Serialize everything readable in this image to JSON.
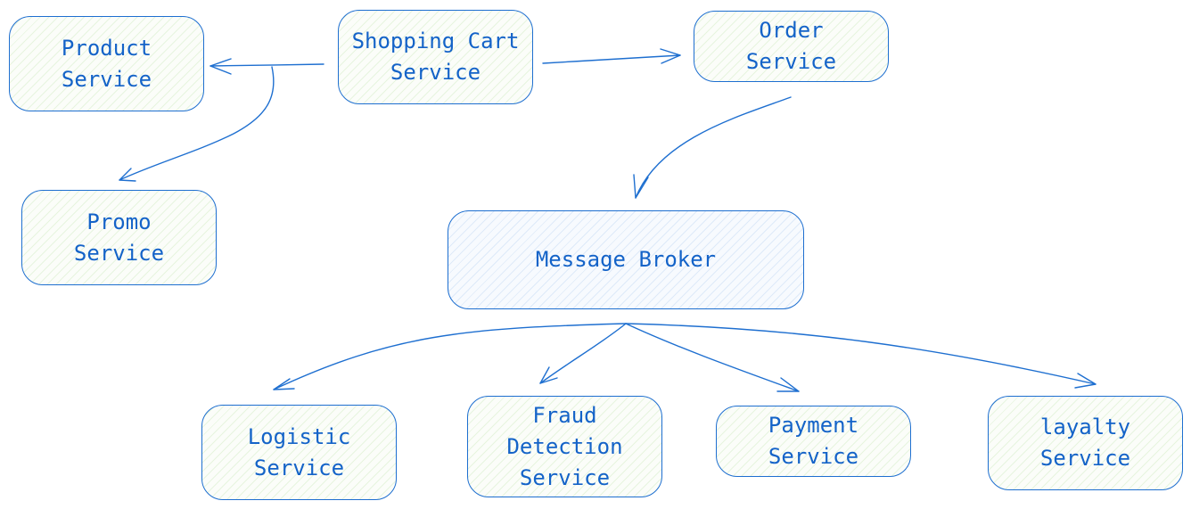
{
  "diagram": {
    "accent_color": "#1e6fd0",
    "text_color": "#1463c8",
    "nodes": {
      "product": {
        "label": "Product\nService"
      },
      "shopping_cart": {
        "label": "Shopping Cart\nService"
      },
      "order": {
        "label": "Order\nService"
      },
      "promo": {
        "label": "Promo\nService"
      },
      "message_broker": {
        "label": "Message Broker"
      },
      "logistic": {
        "label": "Logistic\nService"
      },
      "fraud_detection": {
        "label": "Fraud\nDetection\nService"
      },
      "payment": {
        "label": "Payment\nService"
      },
      "loyalty": {
        "label": "layalty\nService"
      }
    },
    "edges": [
      {
        "from": "shopping_cart",
        "to": "product"
      },
      {
        "from": "shopping_cart",
        "to": "promo"
      },
      {
        "from": "shopping_cart",
        "to": "order"
      },
      {
        "from": "order",
        "to": "message_broker"
      },
      {
        "from": "message_broker",
        "to": "logistic"
      },
      {
        "from": "message_broker",
        "to": "fraud_detection"
      },
      {
        "from": "message_broker",
        "to": "payment"
      },
      {
        "from": "message_broker",
        "to": "loyalty"
      }
    ]
  }
}
